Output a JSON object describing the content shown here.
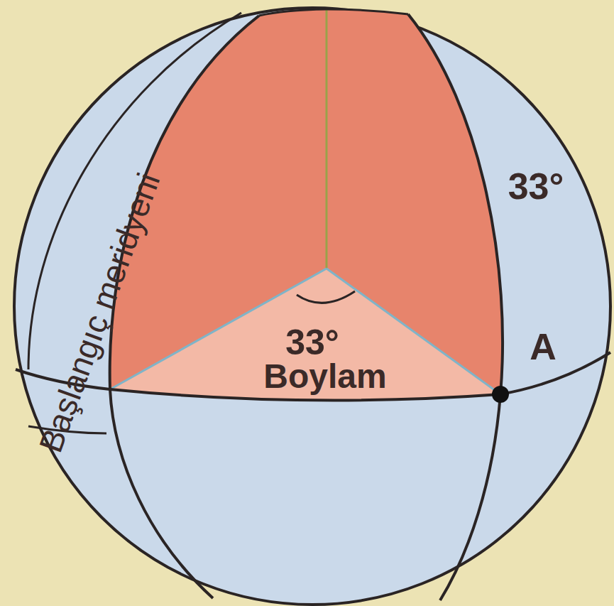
{
  "diagram": {
    "labels": [
      "Başlangıç meridyeni",
      "33°",
      "33°",
      "Boylam",
      "A"
    ]
  }
}
